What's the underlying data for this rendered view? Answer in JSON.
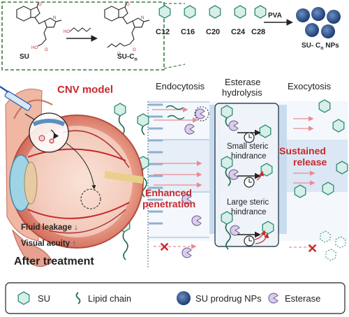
{
  "synthesis": {
    "su_label": "SU",
    "su_cn_label": "SU-C",
    "su_cn_sub": "n",
    "chain_labels": [
      "C12",
      "C16",
      "C20",
      "C24",
      "C28"
    ],
    "pva_label": "PVA",
    "np_label": "SU- C",
    "np_label_sub": "n",
    "np_label_tail": " NPs"
  },
  "eye": {
    "cnv_label": "CNV model",
    "fluid_label": "Fluid leakage",
    "visual_label": "Visual acuity",
    "fluid_arrow": "↓",
    "visual_arrow": "↑",
    "after_label": "After treatment"
  },
  "cell": {
    "endocytosis": "Endocytosis",
    "esterase_1": "Esterase",
    "esterase_2": "hydrolysis",
    "exocytosis": "Exocytosis",
    "small_1": "Small steric",
    "small_2": "hindrance",
    "large_1": "Large steric",
    "large_2": "hindrance",
    "enhanced_1": "Enhanced",
    "enhanced_2": "penetration",
    "sustained_1": "Sustained",
    "sustained_2": "release"
  },
  "legend": {
    "su": "SU",
    "lipid": "Lipid chain",
    "nps": "SU prodrug NPs",
    "esterase": "Esterase"
  },
  "colors": {
    "hex_fill": "#d6efe8",
    "hex_stroke": "#2f8a74",
    "accent_red": "#c8282b",
    "membrane_blue": "#c9dcef",
    "dashed_green": "#3d7a3d",
    "esterase_fill": "#d9cdea"
  }
}
